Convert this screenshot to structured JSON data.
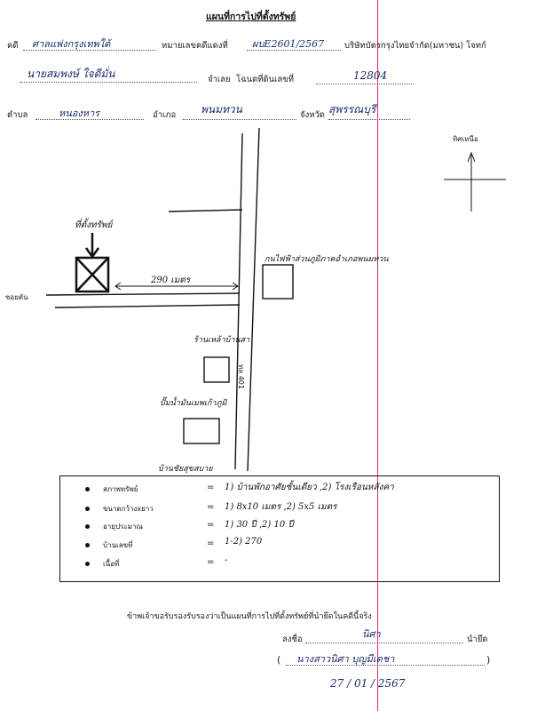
{
  "header": {
    "title": "แผนที่การไปที่ตั้งทรัพย์",
    "case_label": "คดี",
    "case_court": "ศาลแพ่งกรุงเทพใต้",
    "black_case_label": "หมายเลขคดีแดงที่",
    "black_case_no": "ผบE2601/2567",
    "plaintiff": "บริษัทบัตรกรุงไทยจำกัด(มหาชน) โจทก์",
    "defendant_name": "นายสมพงษ์ ใจดีมั่น",
    "defendant_label": "จำเลย",
    "deed_label": "โฉนดที่ดินเลขที่",
    "deed_no": "12804",
    "tambon_label": "ตำบล",
    "tambon": "หนองหาร",
    "amphoe_label": "อำเภอ",
    "amphoe": "พนมทวน",
    "province_label": "จังหวัด",
    "province": "สุพรรณบุรี"
  },
  "map": {
    "north_label": "ทิศเหนือ",
    "property_label": "ที่ตั้งทรัพย์",
    "left_road_label": "ซอยตัน",
    "distance_label": "290 เมตร",
    "road_label": "ทล 401",
    "landmark_1": "กนไฟฟ้าส่วนภูมิภาคอำเภอพนมทวน",
    "landmark_2": "ร้านเหล้าบ้านสา",
    "landmark_3": "ปั๊มน้ำมันเมพเก้าภูมิ",
    "landmark_4": "บ้านชัยสุขสบาย"
  },
  "legend": {
    "rows": [
      {
        "label": "สภาพทรัพย์",
        "eq": "=",
        "value": "1) บ้านพักอาศัยชั้นเดียว  ,2) โรงเรือนหลังคา"
      },
      {
        "label": "ขนาดกว้างxยาว",
        "eq": "=",
        "value": "1) 8x10 เมตร  ,2) 5x5 เมตร"
      },
      {
        "label": "อายุประมาณ",
        "eq": "=",
        "value": "1) 30 ปี  ,2) 10 ปี"
      },
      {
        "label": "บ้านเลขที่",
        "eq": "=",
        "value": "1-2) 270"
      },
      {
        "label": "เนื้อที่",
        "eq": "=",
        "value": "-"
      }
    ]
  },
  "certification": {
    "statement": "ข้าพเจ้าขอรับรองรับรองว่าเป็นแผนที่การไปที่ตั้งทรัพย์ที่นำยึดในคดีนี้จริง",
    "sign_label": "ลงชื่อ",
    "signature": "นิศา",
    "role": "นำยึด",
    "name_open": "(",
    "full_name": "นางสาวนิศา   บุญมีเดชา",
    "name_close": ")",
    "date": "27 / 01 / 2567"
  }
}
